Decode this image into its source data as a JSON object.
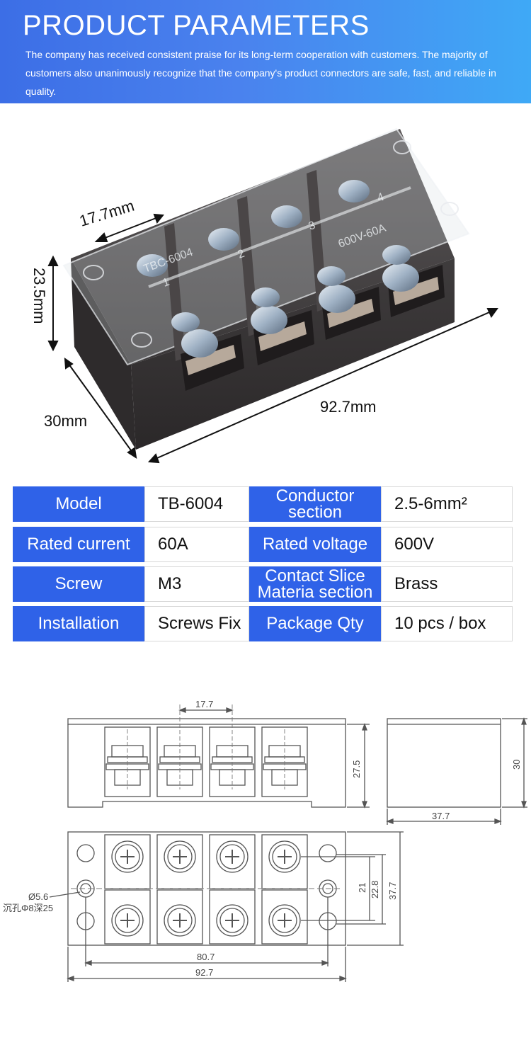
{
  "header": {
    "title": "PRODUCT PARAMETERS",
    "description": "The company has received consistent praise for its long-term cooperation with customers. The majority of customers also unanimously recognize that the company's product connectors are safe, fast, and reliable in quality."
  },
  "photo": {
    "dim_pitch": "17.7mm",
    "dim_height": "23.5mm",
    "dim_depth": "30mm",
    "dim_length": "92.7mm",
    "cover_text_model": "TBC-6004",
    "cover_text_rating": "600V-60A",
    "terminal_numbers": [
      "1",
      "2",
      "3",
      "4"
    ]
  },
  "specs": [
    {
      "label1": "Model",
      "value1": "TB-6004",
      "label2_lines": [
        "Conductor",
        "section"
      ],
      "value2": "2.5-6mm²"
    },
    {
      "label1": "Rated current",
      "value1": "60A",
      "label2_lines": [
        "Rated voltage"
      ],
      "value2": "600V"
    },
    {
      "label1": "Screw",
      "value1": "M3",
      "label2_lines": [
        "Contact Slice",
        "Materia section"
      ],
      "value2": "Brass"
    },
    {
      "label1": "Installation",
      "value1": "Screws Fix",
      "label2_lines": [
        "Package Qty"
      ],
      "value2": "10 pcs / box"
    }
  ],
  "drawing": {
    "pitch": "17.7",
    "height": "27.5",
    "side_height": "30",
    "side_width": "37.7",
    "hole_dia": "Ø5.6",
    "counterbore": "沉孔Φ8深25",
    "d21": "21",
    "d228": "22.8",
    "d377": "37.7",
    "hole_span": "80.7",
    "total_length": "92.7"
  },
  "colors": {
    "label_blue": "#2f62e8",
    "header_start": "#3c6ee6",
    "header_end": "#3fa9f6",
    "body_dark": "#3d3a3b",
    "line_gray": "#8a8a8a"
  }
}
